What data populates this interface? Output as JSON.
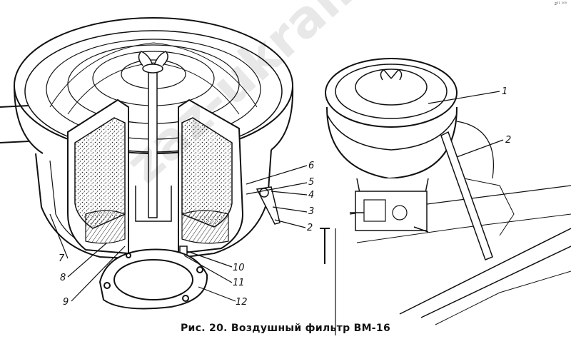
{
  "caption": "Рис. 20. Воздушный фильтр ВМ-16",
  "watermark": "zaz-ukraine.su",
  "corner_mark": "z²¹ ¹⁰⁰",
  "callouts": [
    "1",
    "2",
    "3",
    "4",
    "5",
    "6",
    "7",
    "8",
    "9",
    "10",
    "11",
    "12"
  ],
  "colors": {
    "ink": "#111111",
    "paper": "#ffffff"
  }
}
